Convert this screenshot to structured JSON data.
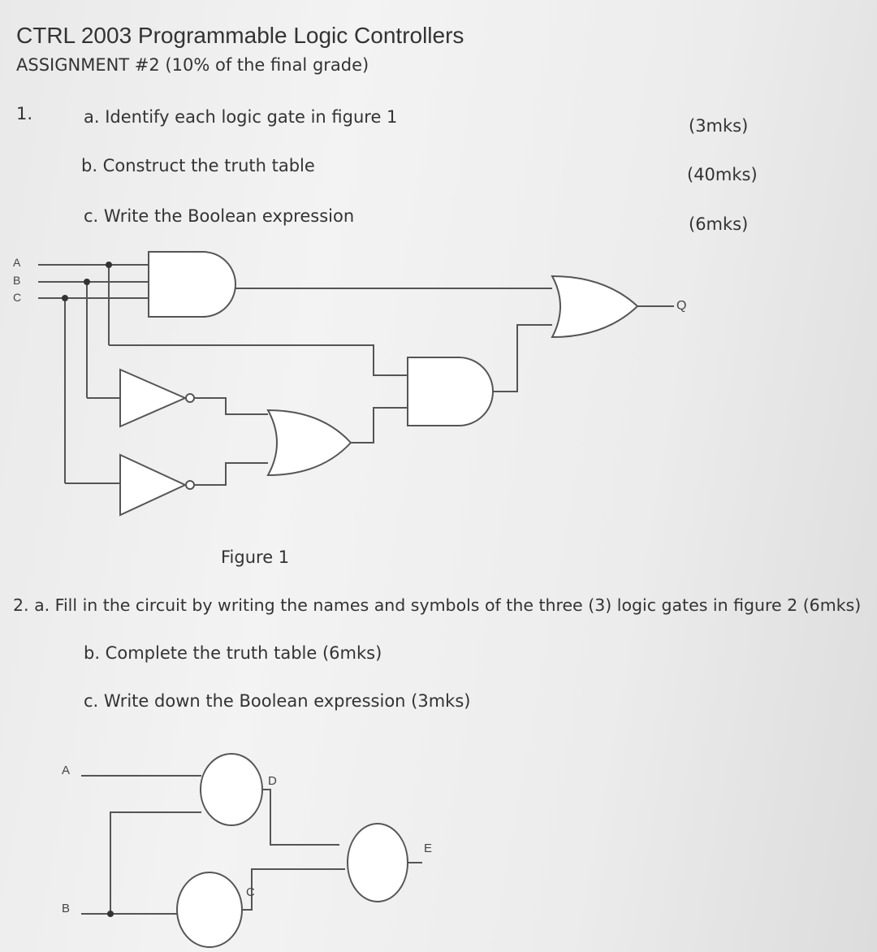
{
  "header": {
    "title": "CTRL 2003 Programmable Logic Controllers",
    "subtitle": "ASSIGNMENT #2 (10% of the final grade)"
  },
  "q1": {
    "number": "1.",
    "a_text": "a. Identify each logic gate in figure 1",
    "a_marks": "(3mks)",
    "b_text": "b. Construct the truth table",
    "b_marks": "(40mks)",
    "c_text": "c. Write the Boolean expression",
    "c_marks": "(6mks)"
  },
  "figure1": {
    "inputs": [
      "A",
      "B",
      "C"
    ],
    "output": "Q",
    "caption": "Figure 1"
  },
  "q2": {
    "a_text": "2. a. Fill in the circuit by writing the names and symbols of the three (3) logic gates in figure 2 (6mks)",
    "b_text": "b. Complete the truth table (6mks)",
    "c_text": "c. Write down the Boolean expression (3mks)"
  },
  "figure2": {
    "input_a": "A",
    "input_b": "B",
    "node_c": "C",
    "node_d": "D",
    "node_e": "E"
  }
}
